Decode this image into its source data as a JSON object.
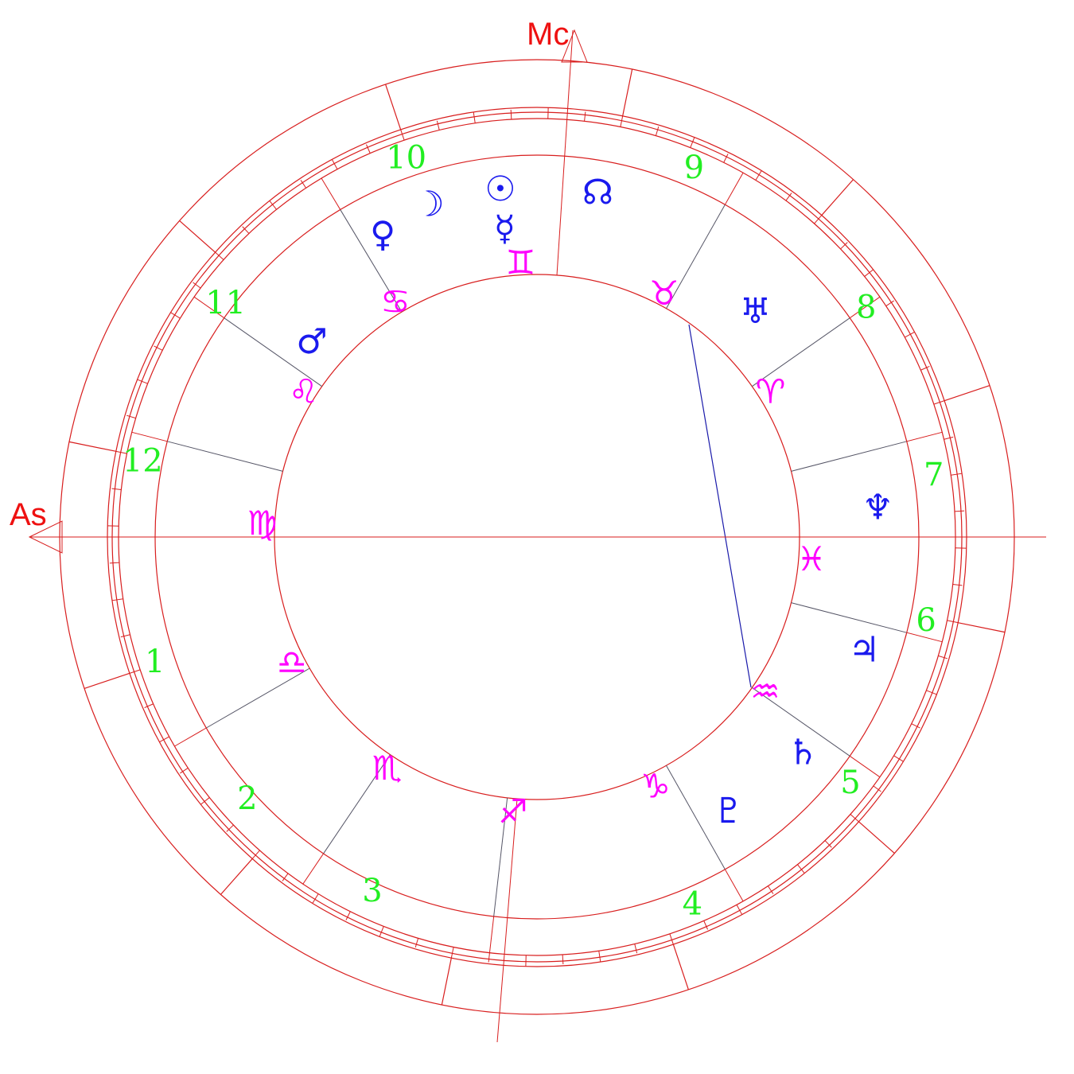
{
  "colors": {
    "ring": "#d81e1e",
    "cusp": "#555566",
    "sign": "#ff00ff",
    "house": "#22ee22",
    "planet": "#1a1aee",
    "angle": "#ee1111",
    "aspect": "#1a1aaa"
  },
  "angles": {
    "ascendant": "As",
    "midheaven": "Mc"
  },
  "signs": [
    {
      "name": "gemini",
      "glyph": "♊"
    },
    {
      "name": "taurus",
      "glyph": "♉"
    },
    {
      "name": "aries",
      "glyph": "♈"
    },
    {
      "name": "pisces",
      "glyph": "♓"
    },
    {
      "name": "aquarius",
      "glyph": "♒"
    },
    {
      "name": "capricorn",
      "glyph": "♑"
    },
    {
      "name": "sagittarius",
      "glyph": "♐"
    },
    {
      "name": "scorpio",
      "glyph": "♏"
    },
    {
      "name": "libra",
      "glyph": "♎"
    },
    {
      "name": "virgo",
      "glyph": "♍"
    },
    {
      "name": "leo",
      "glyph": "♌"
    },
    {
      "name": "cancer",
      "glyph": "♋"
    }
  ],
  "houses": [
    "1",
    "2",
    "3",
    "4",
    "5",
    "6",
    "7",
    "8",
    "9",
    "10",
    "11",
    "12"
  ],
  "planets": [
    {
      "name": "sun",
      "glyph": "☉"
    },
    {
      "name": "moon",
      "glyph": "☽"
    },
    {
      "name": "mercury",
      "glyph": "☿"
    },
    {
      "name": "venus",
      "glyph": "♀"
    },
    {
      "name": "mars",
      "glyph": "♂"
    },
    {
      "name": "jupiter",
      "glyph": "♃"
    },
    {
      "name": "saturn",
      "glyph": "♄"
    },
    {
      "name": "uranus",
      "glyph": "♅"
    },
    {
      "name": "neptune",
      "glyph": "♆"
    },
    {
      "name": "pluto",
      "glyph": "♇"
    },
    {
      "name": "node",
      "glyph": "☊"
    }
  ]
}
